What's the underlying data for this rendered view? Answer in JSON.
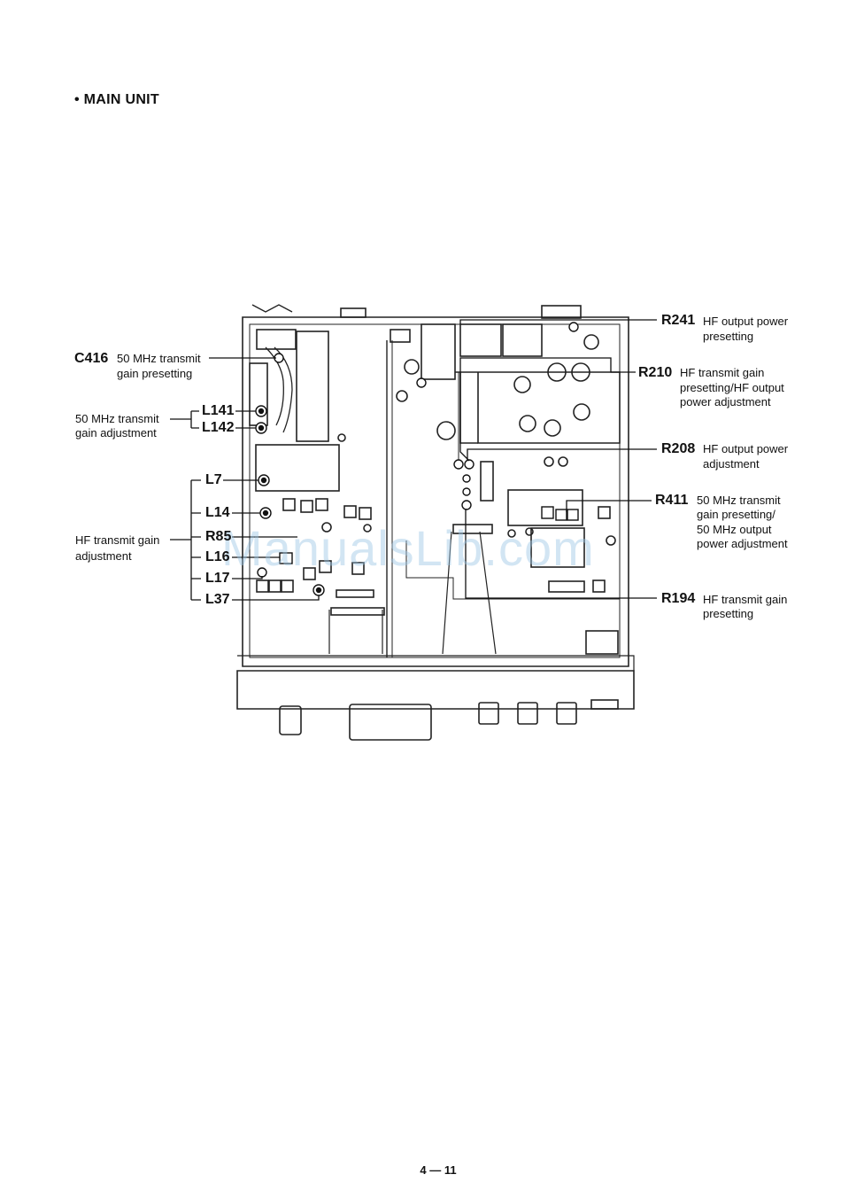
{
  "section_title": "• MAIN UNIT",
  "page_number": "4 — 11",
  "watermark": "ManualsLib.com",
  "callouts_left": [
    {
      "ref": "C416",
      "desc": "50 MHz transmit gain presetting"
    },
    {
      "ref": "L141",
      "desc": ""
    },
    {
      "ref": "L142",
      "desc": ""
    },
    {
      "ref": "L7",
      "desc": ""
    },
    {
      "ref": "L14",
      "desc": ""
    },
    {
      "ref": "R85",
      "desc": ""
    },
    {
      "ref": "L16",
      "desc": ""
    },
    {
      "ref": "L17",
      "desc": ""
    },
    {
      "ref": "L37",
      "desc": ""
    }
  ],
  "group_labels": {
    "l141_group_line1": "50 MHz transmit",
    "l141_group_line2": "gain adjustment",
    "hf_group_line1": "HF transmit gain",
    "hf_group_line2": "adjustment"
  },
  "c416_desc_line1": "50 MHz transmit",
  "c416_desc_line2": "gain presetting",
  "callouts_right": [
    {
      "ref": "R241",
      "lines": [
        "HF output power",
        "presetting"
      ]
    },
    {
      "ref": "R210",
      "lines": [
        "HF transmit gain",
        "presetting/HF output",
        "power adjustment"
      ]
    },
    {
      "ref": "R208",
      "lines": [
        "HF output power",
        "adjustment"
      ]
    },
    {
      "ref": "R411",
      "lines": [
        "50 MHz transmit",
        "gain presetting/",
        "50 MHz output",
        "power adjustment"
      ]
    },
    {
      "ref": "R194",
      "lines": [
        "HF transmit gain",
        "presetting"
      ]
    }
  ]
}
